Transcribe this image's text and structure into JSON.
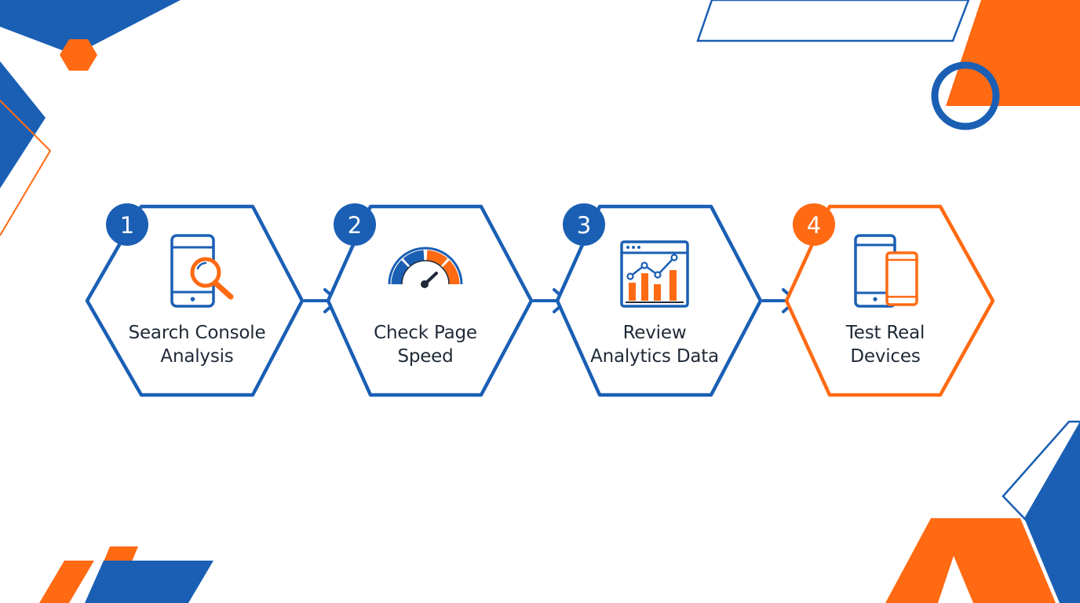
{
  "colors": {
    "blue": "#1a5fb4",
    "orange": "#ff6a13",
    "text": "#1f2937"
  },
  "steps": [
    {
      "number": "1",
      "line1": "Search Console",
      "line2": "Analysis",
      "icon": "phone-magnifier-icon",
      "accent": "blue"
    },
    {
      "number": "2",
      "line1": "Check Page",
      "line2": "Speed",
      "icon": "speedometer-icon",
      "accent": "blue"
    },
    {
      "number": "3",
      "line1": "Review",
      "line2": "Analytics Data",
      "icon": "analytics-dashboard-icon",
      "accent": "blue"
    },
    {
      "number": "4",
      "line1": "Test Real",
      "line2": "Devices",
      "icon": "devices-icon",
      "accent": "orange"
    }
  ]
}
